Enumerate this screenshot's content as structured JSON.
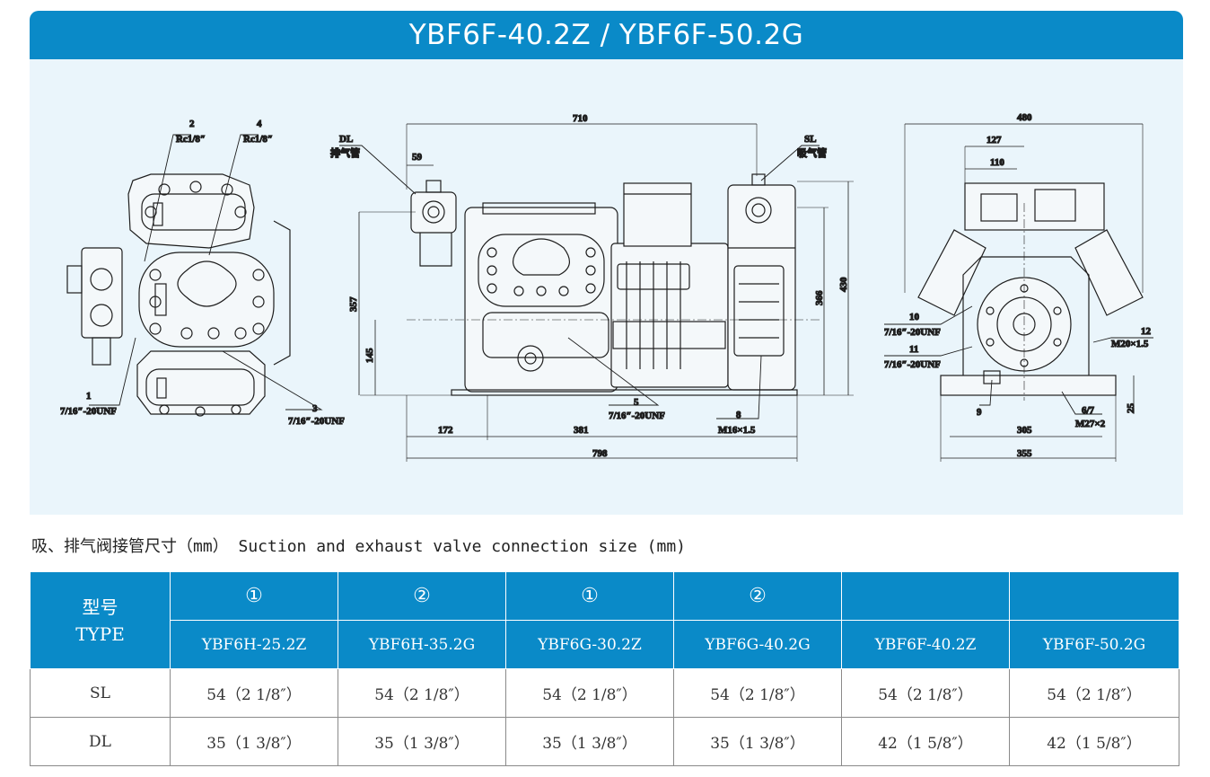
{
  "header": {
    "title": "YBF6F-40.2Z / YBF6F-50.2G"
  },
  "drawing": {
    "left_view": {
      "callouts": [
        {
          "num": "2",
          "text": "Rc1/8″"
        },
        {
          "num": "4",
          "text": "Rc1/8″"
        },
        {
          "num": "1",
          "text": "7/16″-20UNF"
        },
        {
          "num": "3",
          "text": "7/16″-20UNF"
        }
      ]
    },
    "side_view": {
      "dl_label": "DL",
      "dl_cn": "排气管",
      "sl_label": "SL",
      "sl_cn": "吸气管",
      "dims": {
        "d710": "710",
        "d59": "59",
        "d357": "357",
        "d145": "145",
        "d366": "366",
        "d430": "430",
        "d172": "172",
        "d381": "381",
        "d798": "798"
      },
      "callouts": [
        {
          "num": "5",
          "text": "7/16″-20UNF"
        },
        {
          "num": "8",
          "text": "M16×1.5"
        }
      ]
    },
    "end_view": {
      "dims": {
        "d480": "480",
        "d127": "127",
        "d110": "110",
        "d305": "305",
        "d355": "355",
        "d25": "25"
      },
      "callouts": [
        {
          "num": "10",
          "text": "7/16″-20UNF"
        },
        {
          "num": "11",
          "text": "7/16″-20UNF"
        },
        {
          "num": "12",
          "text": "M20×1.5"
        },
        {
          "num": "9",
          "text": ""
        },
        {
          "num": "6/7",
          "text": "M27×2"
        }
      ]
    }
  },
  "caption": "吸、排气阀接管尺寸（mm） Suction and exhaust valve connection size (mm)",
  "table": {
    "type_cn": "型号",
    "type_en": "TYPE",
    "groups": [
      "①",
      "②",
      "①",
      "②",
      "",
      ""
    ],
    "models": [
      "YBF6H-25.2Z",
      "YBF6H-35.2G",
      "YBF6G-30.2Z",
      "YBF6G-40.2G",
      "YBF6F-40.2Z",
      "YBF6F-50.2G"
    ],
    "rows": [
      {
        "label": "SL",
        "values": [
          "54（2 1/8″）",
          "54（2 1/8″）",
          "54（2 1/8″）",
          "54（2 1/8″）",
          "54（2 1/8″）",
          "54（2 1/8″）"
        ]
      },
      {
        "label": "DL",
        "values": [
          "35（1 3/8″）",
          "35（1 3/8″）",
          "35（1 3/8″）",
          "35（1 3/8″）",
          "42（1 5/8″）",
          "42（1 5/8″）"
        ]
      }
    ]
  }
}
